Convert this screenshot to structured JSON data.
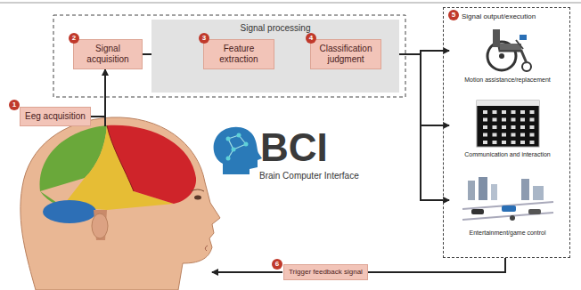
{
  "diagram": {
    "nodes": [
      {
        "text": [
          "Eeg acquisition"
        ]
      },
      {
        "text": [
          "Signal acquisition"
        ]
      },
      {
        "text": [
          "Signal processing"
        ]
      },
      {
        "text": [
          "Feature extraction"
        ],
        "in": 2
      },
      {
        "text": [
          "Classification judgment"
        ],
        "in": 2
      },
      {
        "text": [
          "Signal output/execution"
        ]
      },
      {
        "text": [
          "Motion assistance/replacement"
        ],
        "in": 5
      },
      {
        "text": [
          "Communication and interaction"
        ],
        "in": 5
      },
      {
        "text": [
          "Entertainment/game control"
        ],
        "in": 5
      },
      {
        "text": [
          "Trigger feedback signal"
        ]
      }
    ],
    "edges": [
      {
        "from": 0,
        "to": 1,
        "arrow": "to"
      },
      {
        "from": 1,
        "to": 3,
        "arrow": "to"
      },
      {
        "from": 3,
        "to": 4,
        "arrow": "to"
      },
      {
        "from": 4,
        "to": 6,
        "arrow": "to"
      },
      {
        "from": 4,
        "to": 7,
        "arrow": "to"
      },
      {
        "from": 4,
        "to": 8,
        "arrow": "to"
      },
      {
        "from": 5,
        "to": 9,
        "arrow": "none"
      }
    ],
    "labels": [
      "1",
      "2",
      "3",
      "4",
      "5",
      "6",
      "BCI",
      "Brain Computer Interface"
    ]
  }
}
